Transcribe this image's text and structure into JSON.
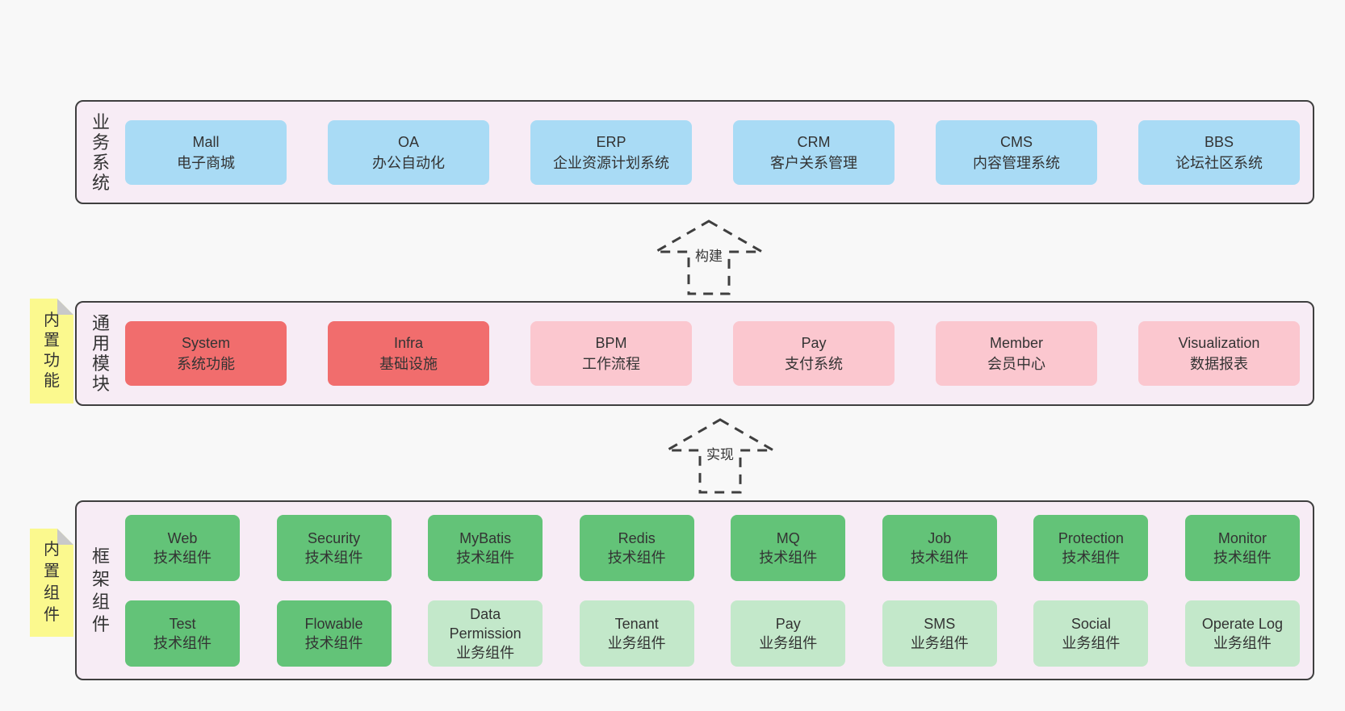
{
  "diagram": {
    "colors": {
      "page_bg": "#f8f8f8",
      "panel_bg": "#f7ecf5",
      "panel_border": "#3f3f3f",
      "blue": "#a9dbf5",
      "red": "#f16d6d",
      "pink": "#fbc7cf",
      "green": "#63c378",
      "lightgreen": "#c3e8ca",
      "note_bg": "#fbf98e",
      "note_fold": "#c9c9c9",
      "text": "#333333"
    },
    "arrows": [
      {
        "label": "构建"
      },
      {
        "label": "实现"
      }
    ],
    "sections": [
      {
        "id": "business-systems",
        "title": "业务系统",
        "note": null,
        "rows": [
          [
            {
              "name": "Mall",
              "subtitle": "电子商城",
              "variant": "blue"
            },
            {
              "name": "OA",
              "subtitle": "办公自动化",
              "variant": "blue"
            },
            {
              "name": "ERP",
              "subtitle": "企业资源计划系统",
              "variant": "blue"
            },
            {
              "name": "CRM",
              "subtitle": "客户关系管理",
              "variant": "blue"
            },
            {
              "name": "CMS",
              "subtitle": "内容管理系统",
              "variant": "blue"
            },
            {
              "name": "BBS",
              "subtitle": "论坛社区系统",
              "variant": "blue"
            }
          ]
        ]
      },
      {
        "id": "common-modules",
        "title": "通用模块",
        "note": "内置功能",
        "rows": [
          [
            {
              "name": "System",
              "subtitle": "系统功能",
              "variant": "red"
            },
            {
              "name": "Infra",
              "subtitle": "基础设施",
              "variant": "red"
            },
            {
              "name": "BPM",
              "subtitle": "工作流程",
              "variant": "pink"
            },
            {
              "name": "Pay",
              "subtitle": "支付系统",
              "variant": "pink"
            },
            {
              "name": "Member",
              "subtitle": "会员中心",
              "variant": "pink"
            },
            {
              "name": "Visualization",
              "subtitle": "数据报表",
              "variant": "pink"
            }
          ]
        ]
      },
      {
        "id": "framework-components",
        "title": "框架组件",
        "note": "内置组件",
        "rows": [
          [
            {
              "name": "Web",
              "subtitle": "技术组件",
              "variant": "green"
            },
            {
              "name": "Security",
              "subtitle": "技术组件",
              "variant": "green"
            },
            {
              "name": "MyBatis",
              "subtitle": "技术组件",
              "variant": "green"
            },
            {
              "name": "Redis",
              "subtitle": "技术组件",
              "variant": "green"
            },
            {
              "name": "MQ",
              "subtitle": "技术组件",
              "variant": "green"
            },
            {
              "name": "Job",
              "subtitle": "技术组件",
              "variant": "green"
            },
            {
              "name": "Protection",
              "subtitle": "技术组件",
              "variant": "green"
            },
            {
              "name": "Monitor",
              "subtitle": "技术组件",
              "variant": "green"
            }
          ],
          [
            {
              "name": "Test",
              "subtitle": "技术组件",
              "variant": "green"
            },
            {
              "name": "Flowable",
              "subtitle": "技术组件",
              "variant": "green"
            },
            {
              "name": "Data Permission",
              "subtitle": "业务组件",
              "variant": "lightgreen"
            },
            {
              "name": "Tenant",
              "subtitle": "业务组件",
              "variant": "lightgreen"
            },
            {
              "name": "Pay",
              "subtitle": "业务组件",
              "variant": "lightgreen"
            },
            {
              "name": "SMS",
              "subtitle": "业务组件",
              "variant": "lightgreen"
            },
            {
              "name": "Social",
              "subtitle": "业务组件",
              "variant": "lightgreen"
            },
            {
              "name": "Operate Log",
              "subtitle": "业务组件",
              "variant": "lightgreen"
            }
          ]
        ]
      }
    ]
  }
}
